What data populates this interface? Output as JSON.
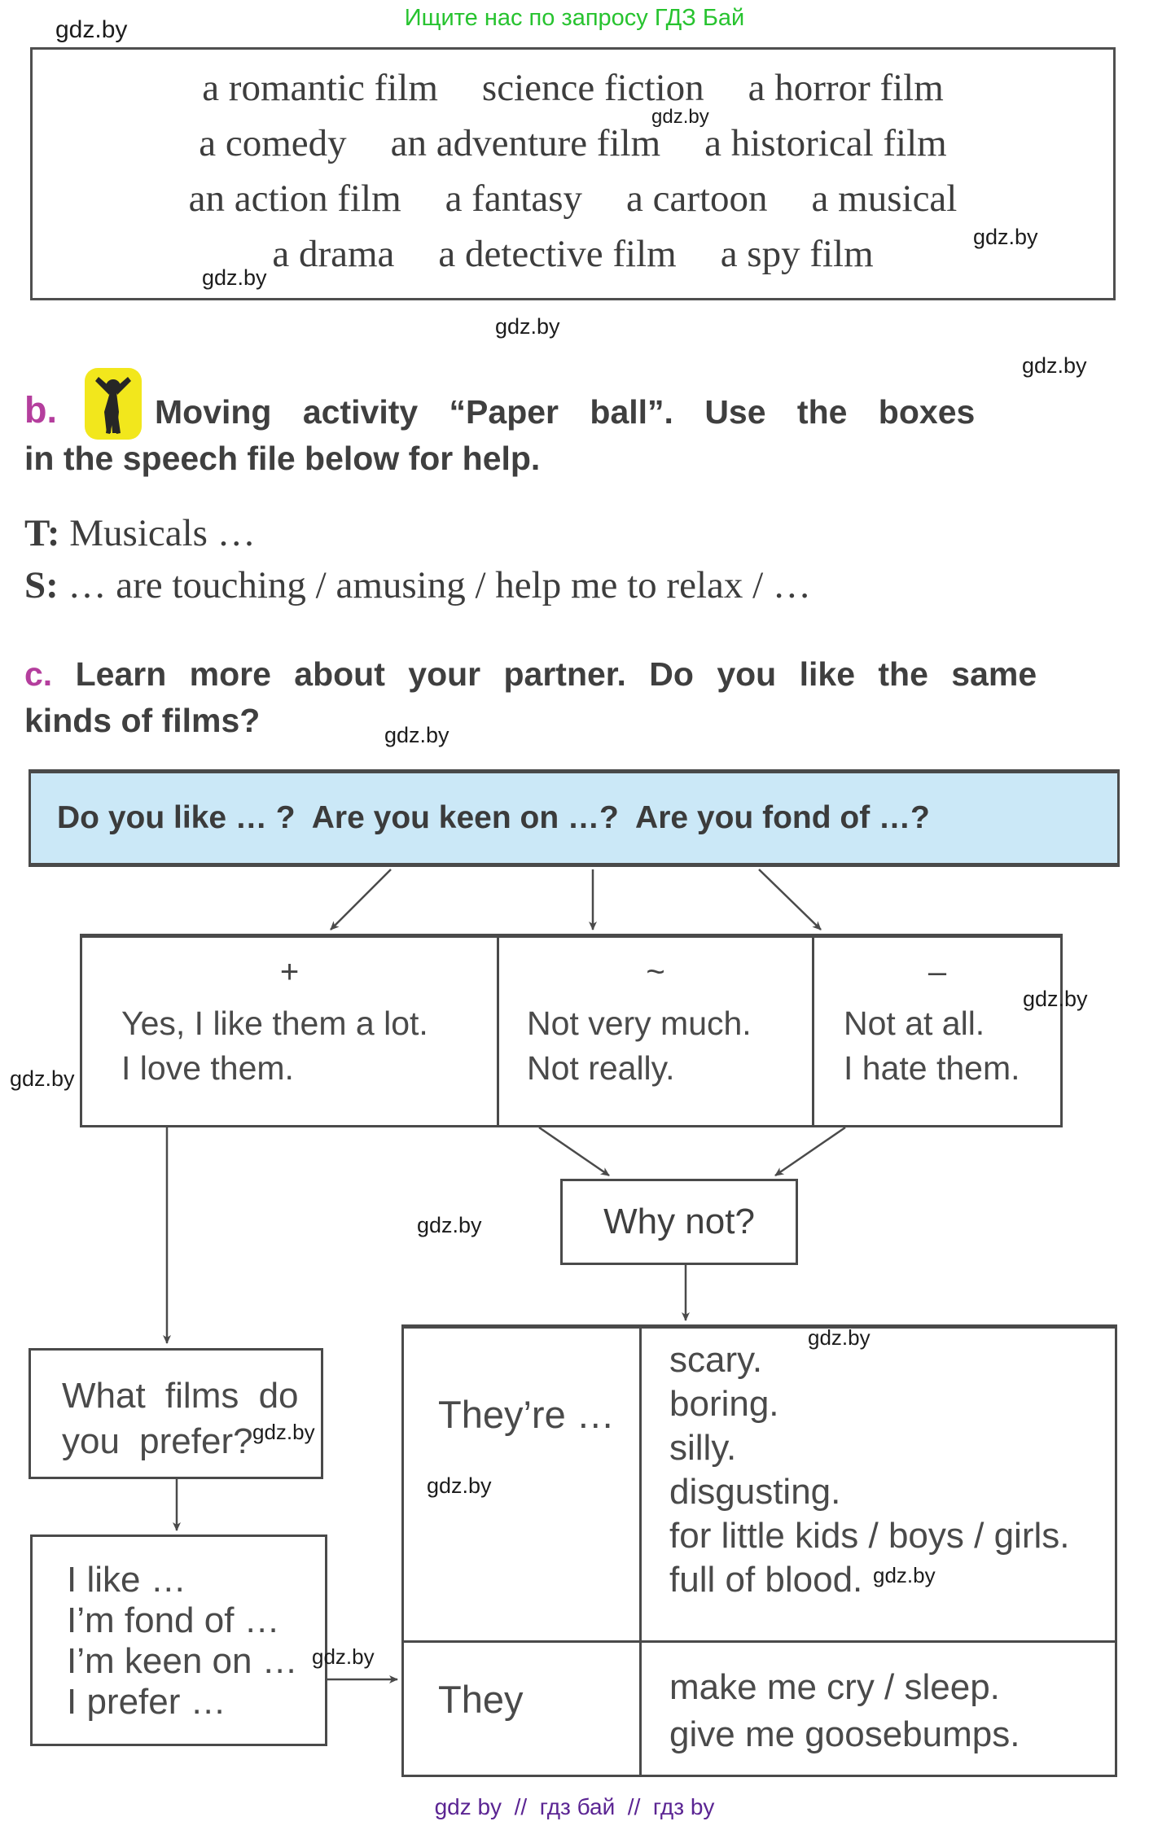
{
  "page": {
    "header_green": "Ищите нас по запросу ГДЗ Бай",
    "footer_purple": "gdz by  //  гдз бай  //  гдз by"
  },
  "watermark": {
    "label": "gdz.by"
  },
  "genre_box": {
    "rows": [
      [
        "a romantic film",
        "science fiction",
        "a horror film"
      ],
      [
        "a comedy",
        "an adventure film",
        "a historical film"
      ],
      [
        "an action film",
        "a fantasy",
        "a cartoon",
        "a musical"
      ],
      [
        "a drama",
        "a detective film",
        "a spy film"
      ]
    ]
  },
  "section_b": {
    "label": "b.",
    "icon": "person-arms-up-icon",
    "line1": "Moving activity “Paper ball”. Use the boxes",
    "line2": "in the speech file below for help."
  },
  "dialogue": {
    "t_label": "T:",
    "t_text": " Musicals …",
    "s_label": "S:",
    "s_text": " … are touching / amusing / help me to relax / …"
  },
  "section_c": {
    "label": "c.",
    "line1": " Learn more about your partner. Do you like the same",
    "line2": "kinds of films?"
  },
  "question_box": {
    "text": "Do you like … ?  Are you keen on …?  Are you fond of …?"
  },
  "response_table": {
    "columns": [
      {
        "symbol": "+",
        "lines": [
          "Yes, I like them a lot.",
          "I love them."
        ]
      },
      {
        "symbol": "~",
        "lines": [
          "Not very much.",
          "Not really."
        ]
      },
      {
        "symbol": "–",
        "lines": [
          "Not at all.",
          "I hate them."
        ]
      }
    ]
  },
  "why_not_box": {
    "text": "Why not?"
  },
  "prefer_box": {
    "line1": "What films do",
    "line2": "you prefer?"
  },
  "like_box": {
    "lines": [
      "I like …",
      "I’m fond of …",
      "I’m keen on …",
      "I prefer …"
    ]
  },
  "reasons_table": {
    "rows": [
      {
        "left": "They’re …",
        "right": [
          "scary.",
          "boring.",
          "silly.",
          "disgusting.",
          "for little kids / boys / girls.",
          "full of blood."
        ]
      },
      {
        "left": "They",
        "right": [
          "make me cry / sleep.",
          "give me goosebumps."
        ]
      }
    ]
  },
  "colors": {
    "accent_magenta": "#b43e9d",
    "header_green": "#27c32f",
    "footer_purple": "#5b2593",
    "question_box_bg": "#cbe8f7",
    "icon_yellow": "#f2e71c",
    "line_gray": "#4a4a4a"
  }
}
